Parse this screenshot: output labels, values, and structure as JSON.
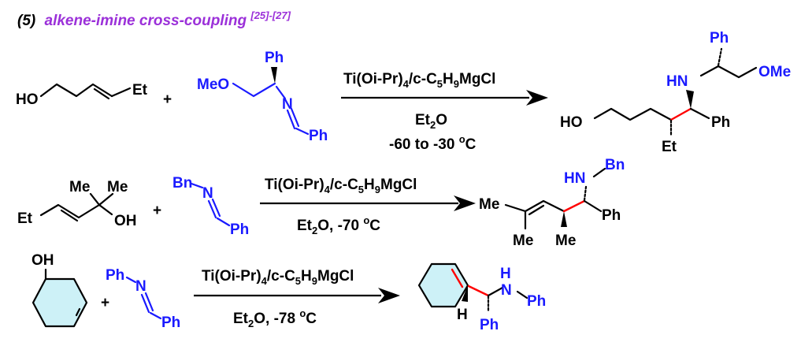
{
  "title": {
    "number": "(5)",
    "text": "alkene-imine cross-coupling",
    "refs": "[25]-[27]",
    "color": "#9b30d9"
  },
  "colors": {
    "reagent_blue": "#1a1aff",
    "new_bond_red": "#ff0000",
    "ring_fill": "#cdf1f7"
  },
  "reaction1": {
    "alkene": {
      "ho": "HO",
      "et": "Et"
    },
    "plus": "+",
    "imine": {
      "meo": "MeO",
      "ph_top": "Ph",
      "n": "N",
      "ph_bottom": "Ph"
    },
    "reagent": {
      "a": "Ti(Oi-Pr)",
      "a_sub": "4",
      "b": "/c-C",
      "b_sub1": "5",
      "c": "H",
      "c_sub": "9",
      "d": "MgCl"
    },
    "solvent": {
      "a": "Et",
      "a_sub": "2",
      "b": "O"
    },
    "temp": {
      "a": "-60 to -30 ",
      "deg": "o",
      "b": "C"
    },
    "product": {
      "ho": "HO",
      "hn": "HN",
      "ph_top": "Ph",
      "ome": "OMe",
      "ph_right": "Ph",
      "et": "Et"
    }
  },
  "reaction2": {
    "alkene": {
      "me1": "Me",
      "me2": "Me",
      "et": "Et",
      "oh": "OH"
    },
    "plus": "+",
    "imine": {
      "bn": "Bn",
      "n": "N",
      "ph": "Ph"
    },
    "reagent": {
      "a": "Ti(Oi-Pr)",
      "a_sub": "4",
      "b": "/c-C",
      "b_sub1": "5",
      "c": "H",
      "c_sub": "9",
      "d": "MgCl"
    },
    "conditions": {
      "a": "Et",
      "a_sub": "2",
      "b": "O,  -70 ",
      "deg": "o",
      "c": "C"
    },
    "product": {
      "me_left": "Me",
      "me_low1": "Me",
      "me_low2": "Me",
      "hn": "HN",
      "bn": "Bn",
      "ph": "Ph"
    }
  },
  "reaction3": {
    "alcohol": {
      "oh": "OH"
    },
    "plus": "+",
    "imine": {
      "ph_top": "Ph",
      "n": "N",
      "ph_bottom": "Ph"
    },
    "reagent": {
      "a": "Ti(Oi-Pr)",
      "a_sub": "4",
      "b": "/c-C",
      "b_sub1": "5",
      "c": "H",
      "c_sub": "9",
      "d": "MgCl"
    },
    "conditions": {
      "a": "Et",
      "a_sub": "2",
      "b": "O,  -78 ",
      "deg": "o",
      "c": "C"
    },
    "product": {
      "h_top": "H",
      "n": "N",
      "ph_right": "Ph",
      "h_low": "H",
      "ph_low": "Ph"
    }
  }
}
